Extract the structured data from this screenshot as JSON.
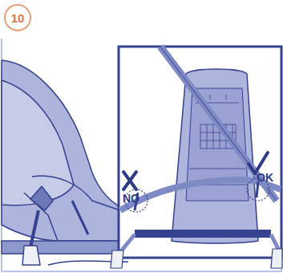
{
  "diagram": {
    "nodes": [
      {
        "text": [
          "10"
        ]
      }
    ],
    "labels": [
      "NO",
      "OK"
    ]
  }
}
